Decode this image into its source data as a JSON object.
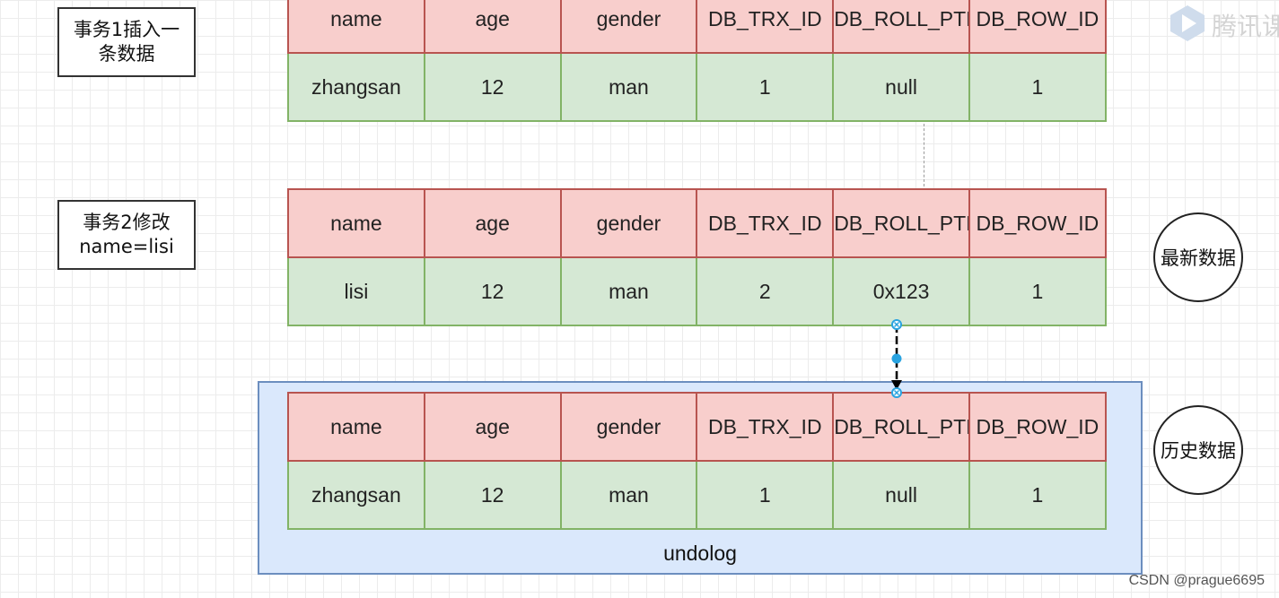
{
  "labels": {
    "txn1": [
      "事务1插入一",
      "条数据"
    ],
    "txn2": [
      "事务2修改",
      "name=lisi"
    ]
  },
  "records": [
    {
      "headers": [
        "name",
        "age",
        "gender",
        "DB_TRX_ID",
        "DB_ROLL_PTR",
        "DB_ROW_ID"
      ],
      "values": [
        "zhangsan",
        "12",
        "man",
        "1",
        "null",
        "1"
      ]
    },
    {
      "headers": [
        "name",
        "age",
        "gender",
        "DB_TRX_ID",
        "DB_ROLL_PTR",
        "DB_ROW_ID"
      ],
      "values": [
        "lisi",
        "12",
        "man",
        "2",
        "0x123",
        "1"
      ]
    },
    {
      "headers": [
        "name",
        "age",
        "gender",
        "DB_TRX_ID",
        "DB_ROLL_PTR",
        "DB_ROW_ID"
      ],
      "values": [
        "zhangsan",
        "12",
        "man",
        "1",
        "null",
        "1"
      ]
    }
  ],
  "undolog_label": "undolog",
  "circles": {
    "latest": "最新数据",
    "history": "历史数据"
  },
  "watermark": "腾讯课",
  "credit": "CSDN @prague6695",
  "colors": {
    "header_fill": "#f8cecc",
    "header_border": "#b85450",
    "value_fill": "#d5e8d4",
    "value_border": "#82b366",
    "undolog_fill": "#dae8fc",
    "undolog_border": "#6c8ebf",
    "connector_handle": "#29a3e0"
  }
}
